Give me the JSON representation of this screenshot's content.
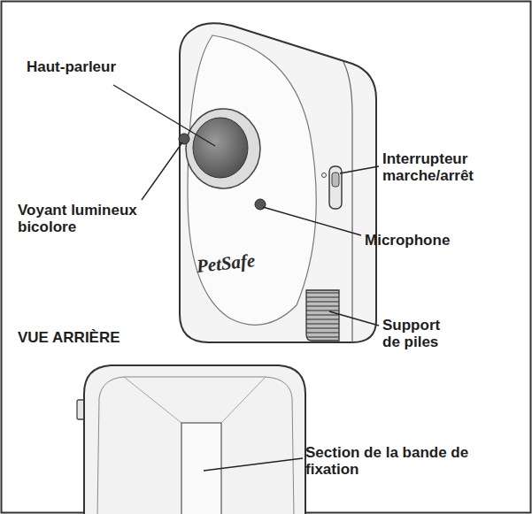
{
  "diagram": {
    "labels": [
      "Haut-parleur",
      "Interrupteur marche/arrêt",
      "Voyant lumineux bicolore",
      "Microphone",
      "PetSafe",
      "VUE ARRIÈRE",
      "Support de piles",
      "Section de la bande de fixation"
    ]
  }
}
